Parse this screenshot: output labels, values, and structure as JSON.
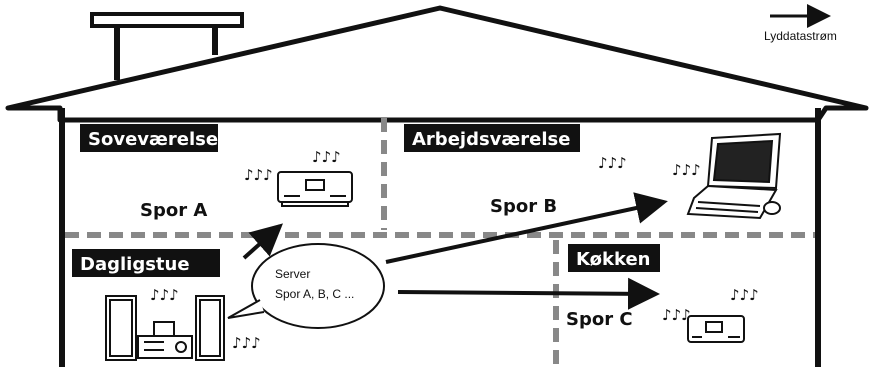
{
  "legend": {
    "label": "Lyddatastrøm"
  },
  "rooms": {
    "bedroom": "Soveværelse",
    "study": "Arbejdsværelse",
    "living": "Dagligstue",
    "kitchen": "Køkken"
  },
  "tracks": {
    "a": "Spor A",
    "b": "Spor B",
    "c": "Spor C"
  },
  "server": {
    "line1": "Server",
    "line2": "Spor A, B, C ..."
  },
  "music_notes": "♪♪♪",
  "colors": {
    "ink": "#111111",
    "divider": "#888888",
    "background": "#ffffff"
  }
}
